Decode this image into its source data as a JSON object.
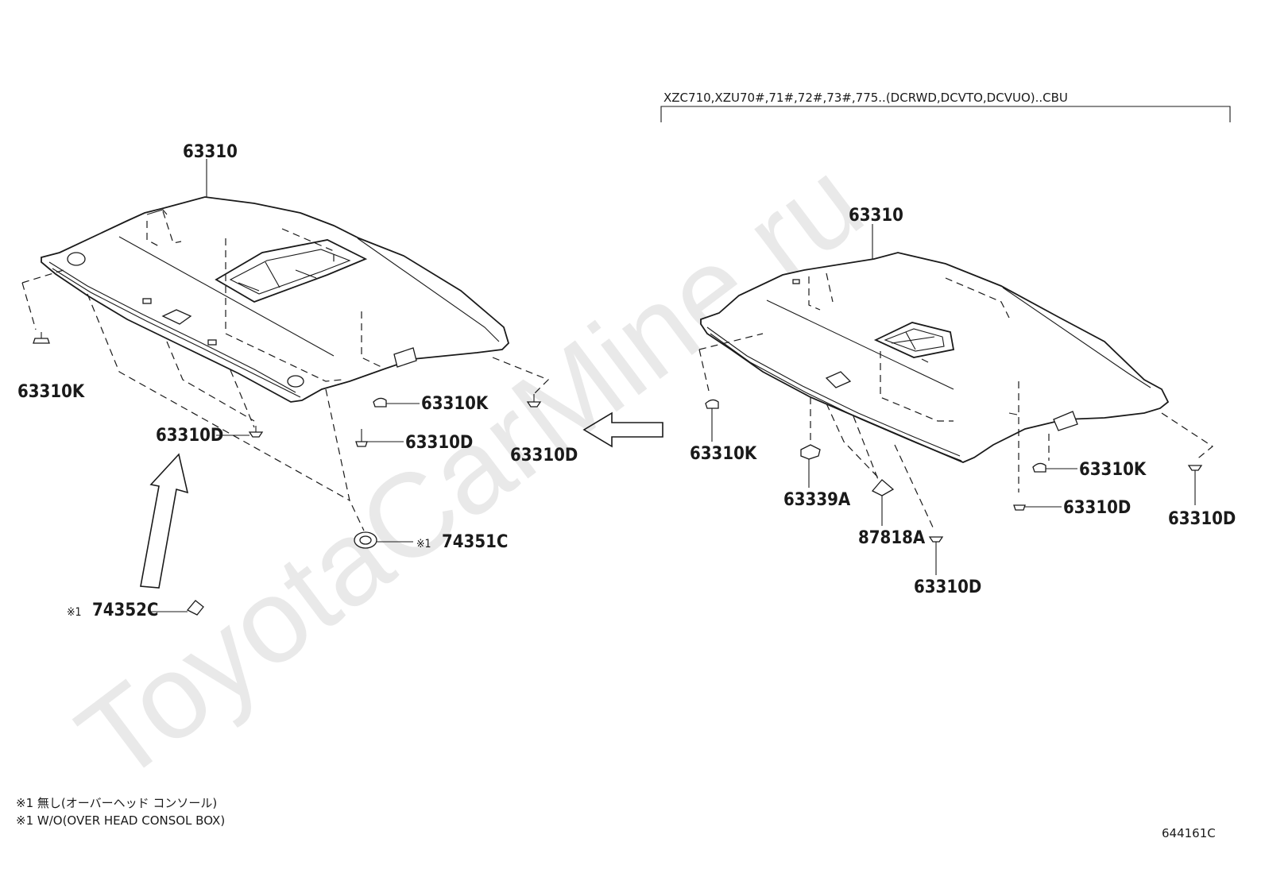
{
  "watermark": "ToyotaCarMine.ru",
  "variant_condition": "XZC710,XZU70#,71#,72#,73#,775..(DCRWD,DCVTO,DCVUO)..CBU",
  "left_assembly": {
    "main_part": "63310",
    "parts": {
      "clip_k_left": "63310K",
      "clip_k_center": "63310K",
      "clip_d_center": "63310D",
      "clip_d_right": "63310D",
      "clip_d_bottom": "63310D",
      "pad": "74351C",
      "bracket": "74352C"
    },
    "note_mark": "※1"
  },
  "right_assembly": {
    "main_part": "63310",
    "parts": {
      "clip_k_left": "63310K",
      "clip_k_center": "63310K",
      "clip_d_center": "63310D",
      "clip_d_right": "63310D",
      "clip_d_bottom": "63310D",
      "nut": "63339A",
      "bracket": "87818A"
    }
  },
  "notes": [
    "※1 無し(オーバーヘッド  コンソール)",
    "※1 W/O(OVER HEAD CONSOL BOX)"
  ],
  "illustration_id": "644161C"
}
